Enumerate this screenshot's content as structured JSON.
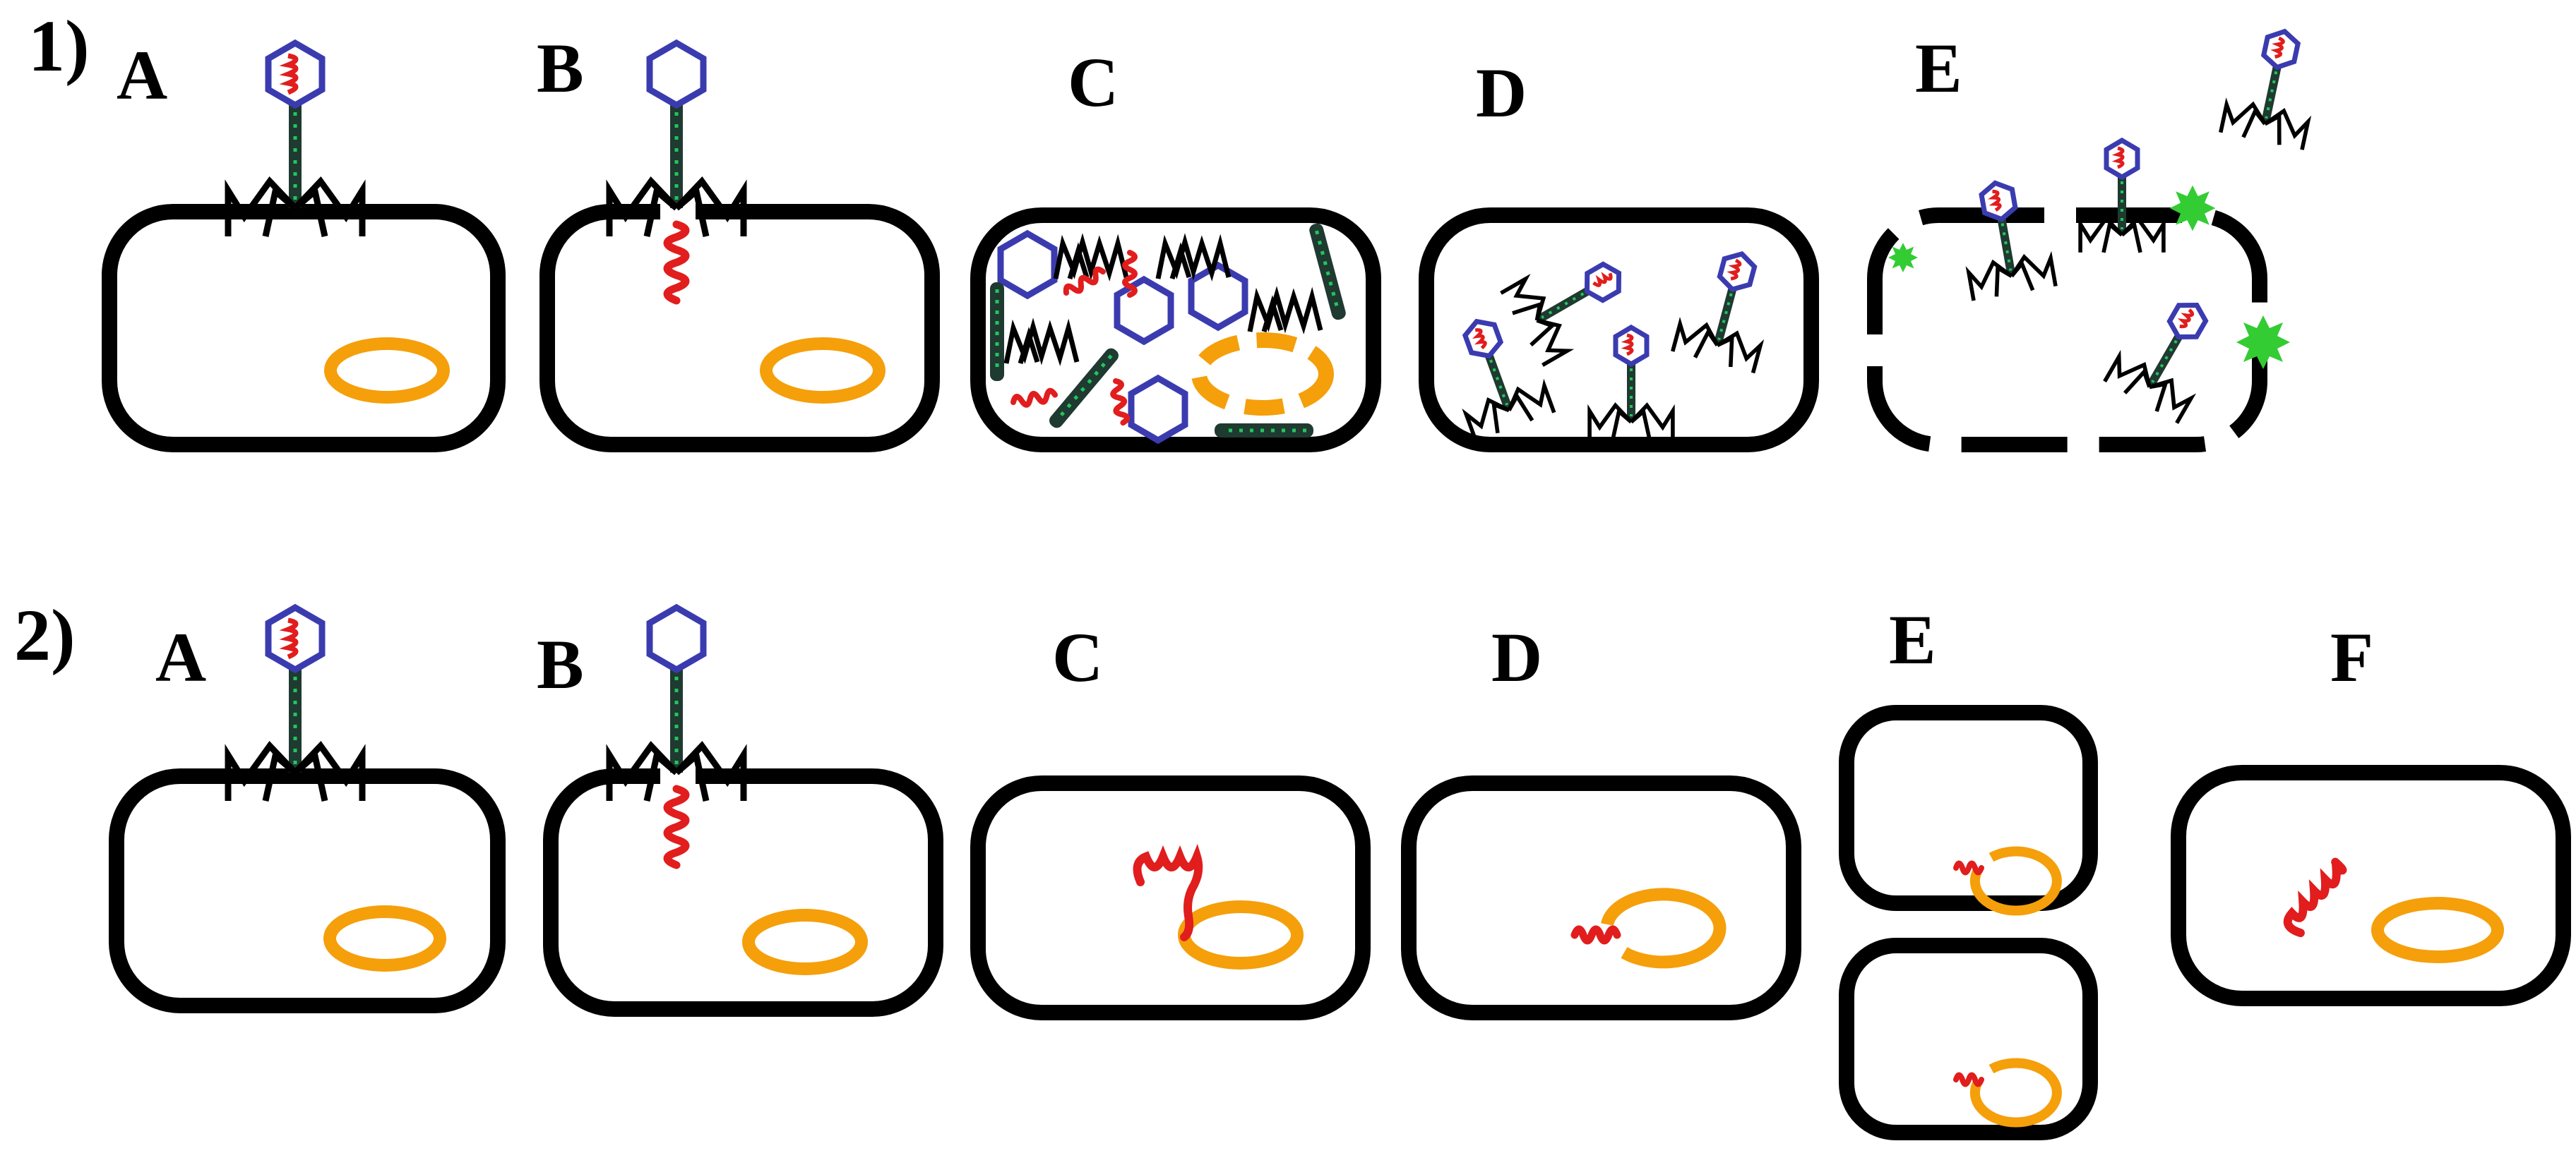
{
  "rows": [
    {
      "label": "1)",
      "panels": [
        {
          "label": "A"
        },
        {
          "label": "B"
        },
        {
          "label": "C"
        },
        {
          "label": "D"
        },
        {
          "label": "E"
        }
      ]
    },
    {
      "label": "2)",
      "panels": [
        {
          "label": "A"
        },
        {
          "label": "B"
        },
        {
          "label": "C"
        },
        {
          "label": "D"
        },
        {
          "label": "E"
        },
        {
          "label": "F"
        }
      ]
    }
  ],
  "colors": {
    "cell_wall": "#000000",
    "plasmid": "#f59f0b",
    "phage_dna": "#e11d1d",
    "capsid": "#3b3bb0",
    "tail": "#1f3a30",
    "tail_stripes": "#22c55e",
    "lysis_burst": "#33cc33"
  },
  "icons": [
    "phage-icon",
    "plasmid-ring-icon",
    "dna-coil-icon",
    "burst-star-icon",
    "capsid-hexagon-icon",
    "tail-fibers-icon"
  ]
}
